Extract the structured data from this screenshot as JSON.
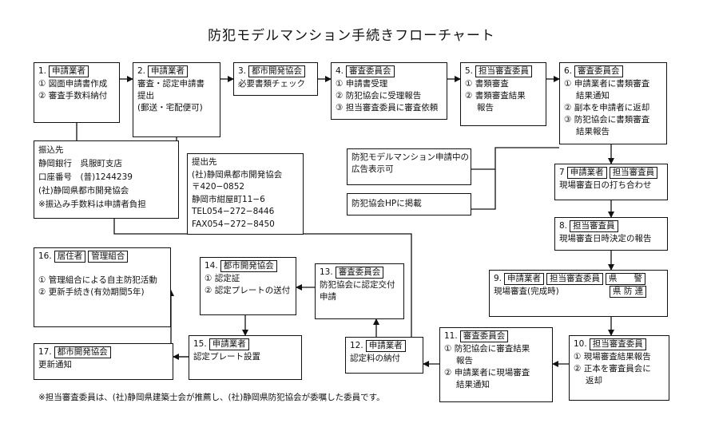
{
  "title": "防犯モデルマンション手続きフローチャート",
  "steps": {
    "s1": {
      "num": "1.",
      "tags": [
        "申請業者"
      ],
      "lines": [
        "① 図面申請書作成",
        "② 審査手数料納付"
      ]
    },
    "s2": {
      "num": "2.",
      "tags": [
        "申請業者"
      ],
      "lines": [
        "審査・認定申請書",
        "提出",
        "(郵送・宅配便可)"
      ]
    },
    "s3": {
      "num": "3.",
      "tags": [
        "都市開発協会"
      ],
      "lines": [
        "必要書類チェック"
      ]
    },
    "s4": {
      "num": "4.",
      "tags": [
        "審査委員会"
      ],
      "lines": [
        "① 申請書受理",
        "② 防犯協会に受理報告",
        "③ 担当審査委員に審査依頼"
      ]
    },
    "s5": {
      "num": "5.",
      "tags": [
        "担当審査委員"
      ],
      "lines": [
        "① 書類審査",
        "② 書類審査結果",
        "報告"
      ]
    },
    "s6": {
      "num": "6.",
      "tags": [
        "審査委員会"
      ],
      "lines": [
        "① 申請業者に書類審査",
        "結果通知",
        "② 副本を申請者に返却",
        "③ 防犯協会に書類審査",
        "結果報告"
      ]
    },
    "s7": {
      "num": "7",
      "tags": [
        "申請業者",
        "担当審査員"
      ],
      "lines": [
        "現場審査日の打ち合わせ"
      ]
    },
    "s8": {
      "num": "8.",
      "tags": [
        "担当審査員"
      ],
      "lines": [
        "現場審査日時決定の報告"
      ]
    },
    "s9": {
      "num": "9.",
      "tags": [
        "申請業者",
        "担当審査委員",
        "県　　警"
      ],
      "tags2": [
        "県 防 連"
      ],
      "lines": [
        "現場審査(完成時)"
      ]
    },
    "s10": {
      "num": "10.",
      "tags": [
        "担当審査委員"
      ],
      "lines": [
        "① 現場審査結果報告",
        "② 正本を審査員会に",
        "返却"
      ]
    },
    "s11": {
      "num": "11.",
      "tags": [
        "審査委員会"
      ],
      "lines": [
        "① 防犯協会に審査結果",
        "報告",
        "② 申請業者に現場審査",
        "結果通知"
      ]
    },
    "s12": {
      "num": "12.",
      "tags": [
        "申請業者"
      ],
      "lines": [
        "認定料の納付"
      ]
    },
    "s13": {
      "num": "13.",
      "tags": [
        "審査委員会"
      ],
      "lines": [
        "防犯協会に認定交付",
        "申請"
      ]
    },
    "s14": {
      "num": "14.",
      "tags": [
        "都市開発協会"
      ],
      "lines": [
        "① 認定証",
        "② 認定プレートの送付"
      ]
    },
    "s15": {
      "num": "15.",
      "tags": [
        "申請業者"
      ],
      "lines": [
        "認定プレート設置"
      ]
    },
    "s16": {
      "num": "16.",
      "tags": [
        "居住者",
        "管理組合"
      ],
      "lines": [
        "① 管理組合による自主防犯活動",
        "② 更新手続き(有効期間5年)"
      ]
    },
    "s17": {
      "num": "17.",
      "tags": [
        "都市開発協会"
      ],
      "lines": [
        "更新通知"
      ]
    }
  },
  "bank_info": {
    "lines": [
      "振込先",
      "静岡銀行　呉服町支店",
      "口座番号　(普)1244239",
      "(社)静岡県都市開発協会",
      "※振込み手数料は申請者負担"
    ]
  },
  "submit_info": {
    "lines": [
      "提出先",
      "(社)静岡県都市開発協会",
      "〒420−0852",
      "静岡市紺屋町11−6",
      "TEL054−272−8446",
      "FAX054−272−8450"
    ]
  },
  "side_notes": {
    "ad": [
      "防犯モデルマンション申請中の",
      "広告表示可"
    ],
    "hp": [
      "防犯協会HPに掲載"
    ]
  },
  "footnote": "※担当審査委員は、(社)静岡県建築士会が推薦し、(社)静岡県防犯協会が委嘱した委員です。"
}
